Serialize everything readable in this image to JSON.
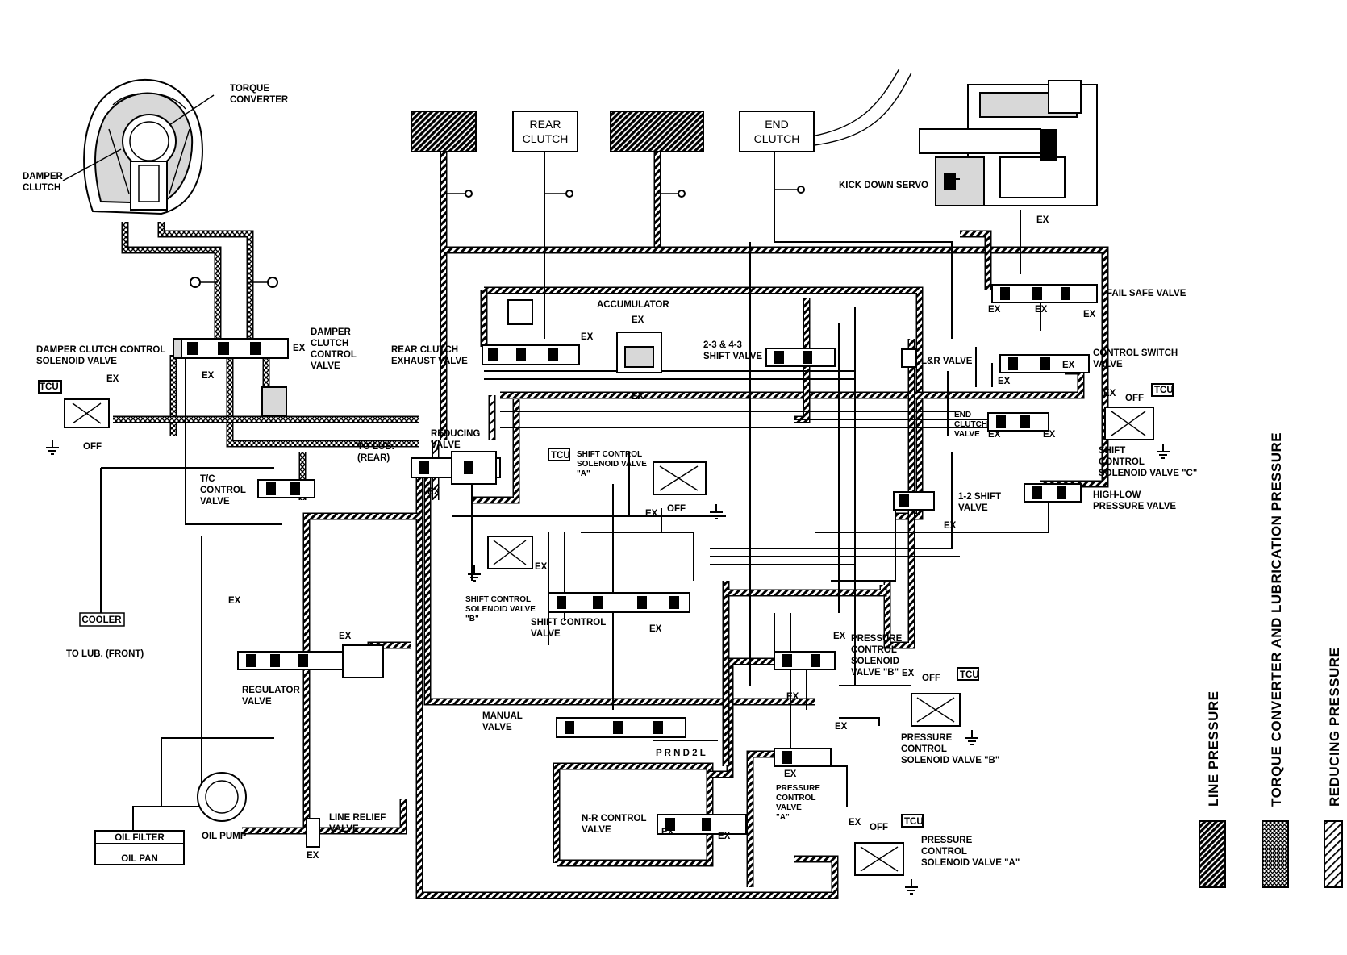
{
  "top_boxes": {
    "rear_clutch": [
      "REAR",
      "CLUTCH"
    ],
    "end_clutch": [
      "END",
      "CLUTCH"
    ]
  },
  "components": {
    "torque_converter": [
      "TORQUE",
      "CONVERTER"
    ],
    "damper_clutch": [
      "DAMPER",
      "CLUTCH"
    ],
    "damper_clutch_control_solenoid_valve": [
      "DAMPER CLUTCH CONTROL",
      "SOLENOID VALVE"
    ],
    "damper_clutch_control_valve": [
      "DAMPER",
      "CLUTCH",
      "CONTROL",
      "VALVE"
    ],
    "tc_control_valve": [
      "T/C",
      "CONTROL",
      "VALVE"
    ],
    "to_lub_rear": [
      "TO LUB.",
      "(REAR)"
    ],
    "cooler": "COOLER",
    "to_lub_front": "TO LUB. (FRONT)",
    "regulator_valve": [
      "REGULATOR",
      "VALVE"
    ],
    "oil_filter": "OIL FILTER",
    "oil_pan": "OIL PAN",
    "oil_pump": "OIL PUMP",
    "line_relief_valve": [
      "LINE RELIEF",
      "VALVE"
    ],
    "reducing_valve": [
      "REDUCING",
      "VALVE"
    ],
    "rear_clutch_exhaust_valve": [
      "REAR CLUTCH",
      "EXHAUST VALVE"
    ],
    "accumulator": "ACCUMULATOR",
    "shift_valve_23_43": [
      "2-3 & 4-3",
      "SHIFT VALVE"
    ],
    "kick_down_servo": "KICK DOWN SERVO",
    "fail_safe_valve": "FAIL SAFE VALVE",
    "lr_valve": "L&R VALVE",
    "control_switch_valve": [
      "CONTROL SWITCH",
      "VALVE"
    ],
    "end_clutch_valve": [
      "END",
      "CLUTCH",
      "VALVE"
    ],
    "shift_control_solenoid_c": [
      "SHIFT",
      "CONTROL",
      "SOLENOID VALVE \"C\""
    ],
    "high_low_pressure_valve": [
      "HIGH-LOW",
      "PRESSURE VALVE"
    ],
    "shift_12_valve": [
      "1-2 SHIFT",
      "VALVE"
    ],
    "shift_control_solenoid_a": [
      "SHIFT CONTROL",
      "SOLENOID VALVE",
      "\"A\""
    ],
    "shift_control_solenoid_b": [
      "SHIFT CONTROL",
      "SOLENOID VALVE",
      "\"B\""
    ],
    "shift_control_valve": [
      "SHIFT CONTROL",
      "VALVE"
    ],
    "manual_valve": [
      "MANUAL",
      "VALVE"
    ],
    "selector_positions": "P R N D 2 L",
    "nr_control_valve": [
      "N-R CONTROL",
      "VALVE"
    ],
    "pressure_control_valve_a": [
      "PRESSURE",
      "CONTROL",
      "VALVE",
      "\"A\""
    ],
    "pressure_control_solenoid_b_upper": [
      "PRESSURE",
      "CONTROL",
      "SOLENOID",
      "VALVE \"B\""
    ],
    "pressure_control_solenoid_b_lower": [
      "PRESSURE",
      "CONTROL",
      "SOLENOID VALVE \"B\""
    ],
    "pressure_control_solenoid_a": [
      "PRESSURE",
      "CONTROL",
      "SOLENOID VALVE \"A\""
    ]
  },
  "markers": {
    "ex": "EX",
    "off": "OFF",
    "tcu": "TCU"
  },
  "legend": [
    {
      "label": "LINE PRESSURE",
      "pattern": "line"
    },
    {
      "label": "TORQUE CONVERTER AND LUBRICATION PRESSURE",
      "pattern": "cross"
    },
    {
      "label": "REDUCING PRESSURE",
      "pattern": "reducing"
    }
  ]
}
